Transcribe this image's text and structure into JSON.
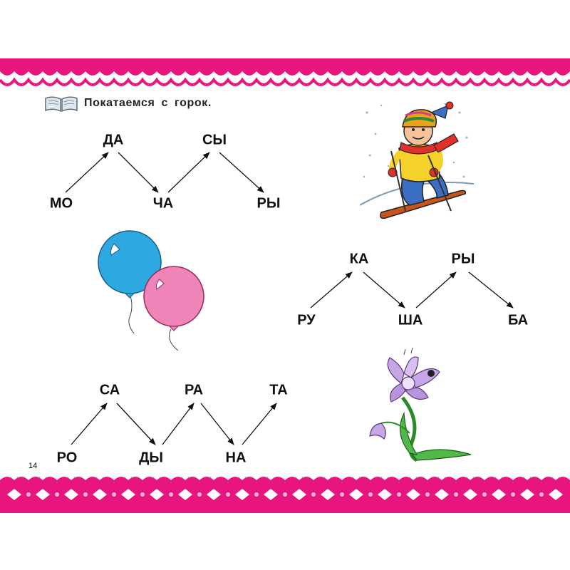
{
  "page": {
    "number": "14",
    "title": "Покатаемся с горок.",
    "book_icon": "open-book-icon"
  },
  "chains": [
    {
      "name": "chain-1",
      "syllables": [
        "МО",
        "ДА",
        "ЧА",
        "СЫ",
        "РЫ"
      ]
    },
    {
      "name": "chain-2",
      "syllables": [
        "РУ",
        "КА",
        "ША",
        "РЫ",
        "БА"
      ]
    },
    {
      "name": "chain-3",
      "syllables": [
        "РО",
        "СА",
        "ДЫ",
        "РА",
        "НА",
        "ТА"
      ]
    }
  ],
  "colors": {
    "band": "#e8157f",
    "band_light": "#ffffff",
    "balloon_blue": "#2ea8e0",
    "balloon_pink": "#ee84b8"
  }
}
